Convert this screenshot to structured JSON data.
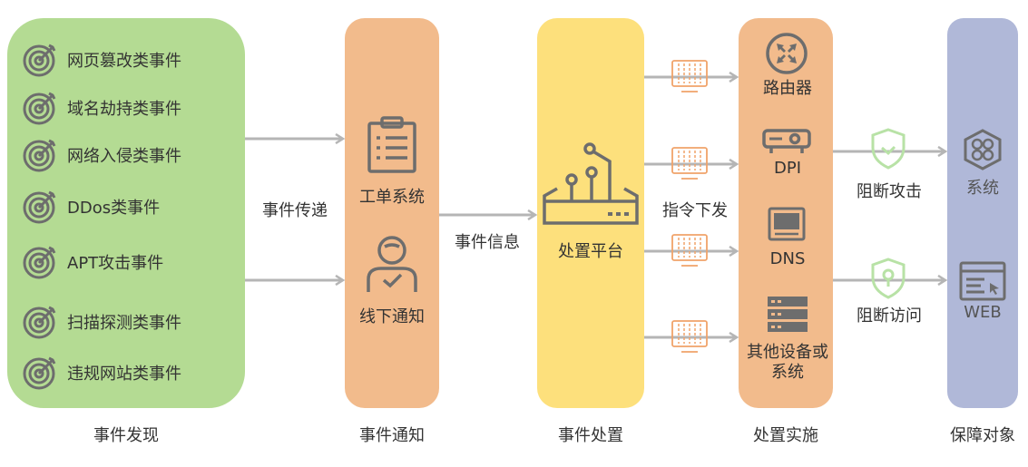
{
  "discovery": {
    "events": [
      "网页篡改类事件",
      "域名劫持类事件",
      "网络入侵类事件",
      "DDos类事件",
      "APT攻击事件",
      "扫描探测类事件",
      "违规网站类事件"
    ]
  },
  "labels": {
    "event_pass": "事件传递",
    "event_info": "事件信息",
    "command_issue": "指令下发",
    "block_attack": "阻断攻击",
    "block_access": "阻断访问"
  },
  "notify": {
    "ticket": "工单系统",
    "offline": "线下通知"
  },
  "handling": {
    "platform": "处置平台"
  },
  "implement": {
    "router": "路由器",
    "dpi": "DPI",
    "dns": "DNS",
    "other_line1": "其他设备或",
    "other_line2": "系统"
  },
  "targets": {
    "system": "系统",
    "web": "WEB"
  },
  "footer": {
    "discovery": "事件发现",
    "notify": "事件通知",
    "handling": "事件处置",
    "implement": "处置实施",
    "target": "保障对象"
  },
  "colors": {
    "green": "#b4db93",
    "orange": "#f2bb8c",
    "yellow": "#fde07c",
    "blue": "#b0b8d8",
    "arrow": "#b5b5b5",
    "icon_gray": "#6d6d6d",
    "packet_orange": "#f0a36a",
    "shield_green": "#b8e2a6"
  }
}
